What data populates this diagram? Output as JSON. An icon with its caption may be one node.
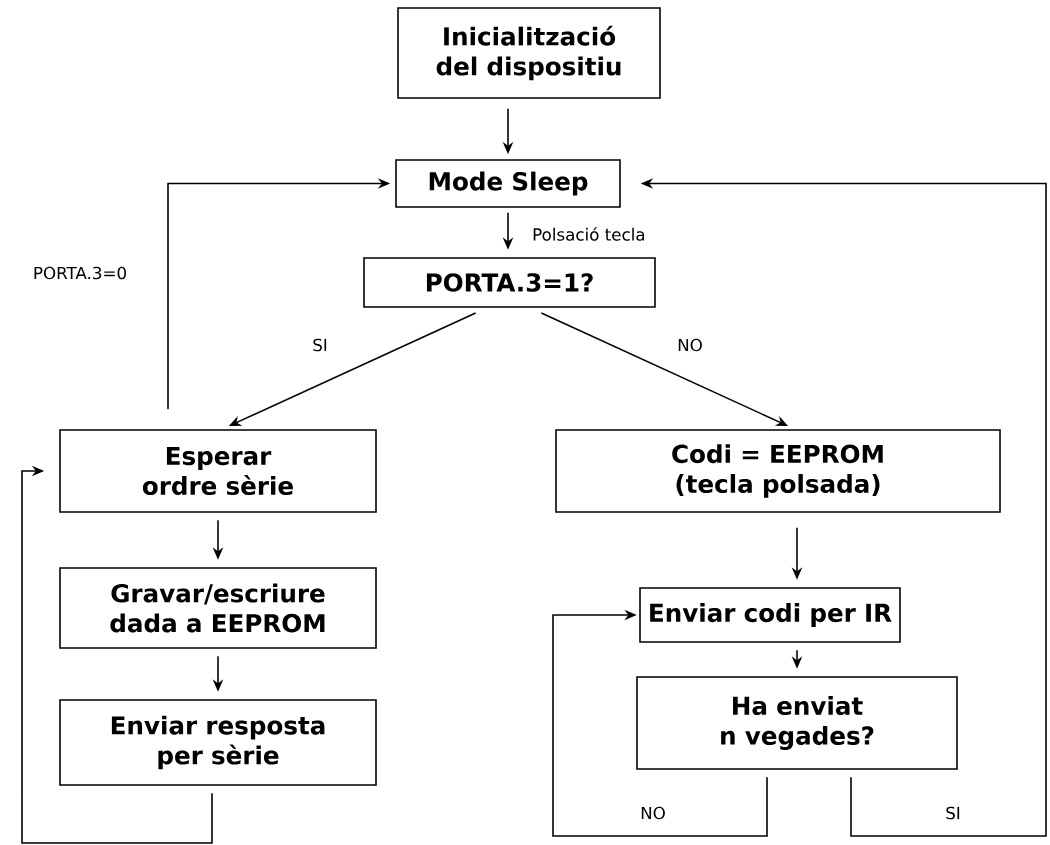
{
  "diagram": {
    "nodes": [
      {
        "text": [
          "Inicialització del dispositiu"
        ]
      },
      {
        "text": [
          "Mode Sleep"
        ]
      },
      {
        "text": [
          "PORTA.3=1?"
        ]
      },
      {
        "text": [
          "Esperar ordre sèrie"
        ]
      },
      {
        "text": [
          "Codi = EEPROM (tecla polsada)"
        ]
      },
      {
        "text": [
          "Gravar/escriure dada a EEPROM"
        ]
      },
      {
        "text": [
          "Enviar resposta per sèrie"
        ]
      },
      {
        "text": [
          "Enviar codi per IR"
        ]
      },
      {
        "text": [
          "Ha enviat n vegades?"
        ]
      }
    ],
    "edges": [
      {
        "from": 0,
        "to": 1,
        "arrow": "to"
      },
      {
        "from": 1,
        "to": 2,
        "arrow": "to",
        "label": "Polsació tecla"
      },
      {
        "from": 2,
        "to": 3,
        "arrow": "to",
        "label": "SI"
      },
      {
        "from": 2,
        "to": 4,
        "arrow": "to",
        "label": "NO"
      },
      {
        "from": 3,
        "to": 1,
        "arrow": "to",
        "label": "PORTA.3=0"
      },
      {
        "from": 3,
        "to": 5,
        "arrow": "to"
      },
      {
        "from": 5,
        "to": 6,
        "arrow": "to"
      },
      {
        "from": 6,
        "to": 3,
        "arrow": "to"
      },
      {
        "from": 4,
        "to": 7,
        "arrow": "to"
      },
      {
        "from": 7,
        "to": 8,
        "arrow": "to"
      },
      {
        "from": 8,
        "to": 7,
        "arrow": "to",
        "label": "NO"
      },
      {
        "from": 8,
        "to": 1,
        "arrow": "to",
        "label": "SI"
      }
    ]
  }
}
